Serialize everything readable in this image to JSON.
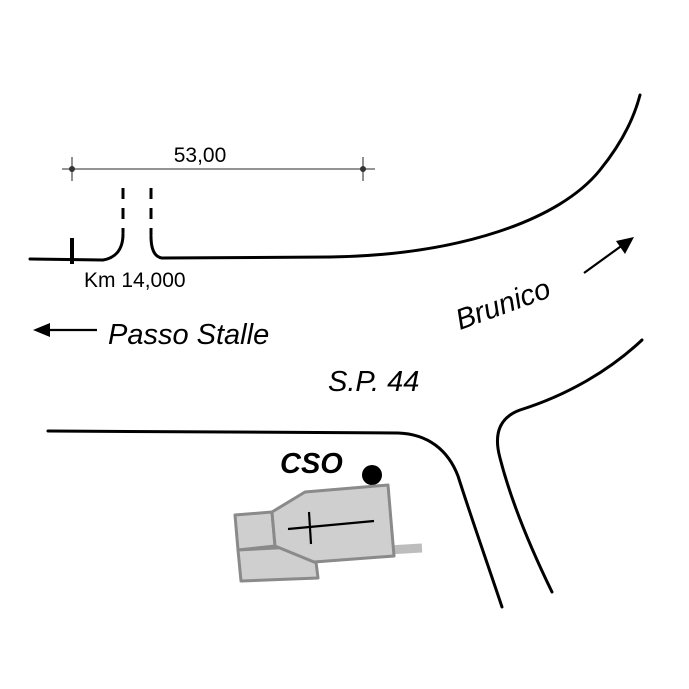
{
  "map": {
    "dimension_label": "53,00",
    "km_label": "Km 14,000",
    "destination_west": "Passo Stalle",
    "destination_east": "Brunico",
    "road_name": "S.P. 44",
    "station_label": "CSO"
  },
  "colors": {
    "road": "#000000",
    "building_fill": "#cfcfcf",
    "building_stroke": "#8a8a8a",
    "dimension_line": "#555555"
  }
}
